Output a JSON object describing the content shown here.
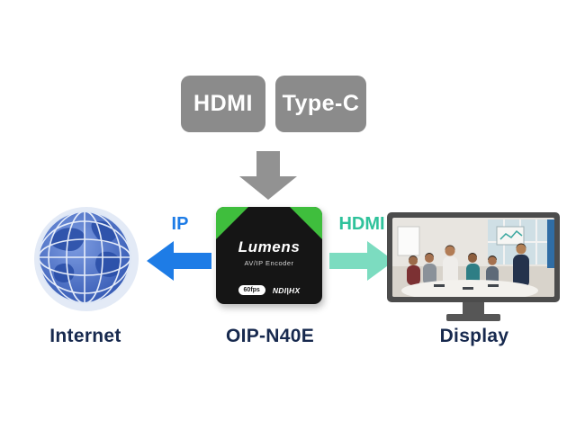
{
  "inputs": {
    "hdmi": "HDMI",
    "typec": "Type-C"
  },
  "internet": {
    "arrow_label": "IP",
    "caption": "Internet"
  },
  "device": {
    "brand": "Lumens",
    "subtitle": "AV/IP Encoder",
    "badge_left": "60fps",
    "badge_right": "NDI|HX",
    "caption": "OIP-N40E"
  },
  "display": {
    "arrow_label": "HDMI",
    "caption": "Display"
  },
  "colors": {
    "input_gray": "#8b8b8b",
    "arrow_gray": "#929292",
    "ip_blue": "#1e7ce6",
    "hdmi_teal": "#7cdcc0",
    "hdmi_teal_text": "#2fc29b",
    "caption_navy": "#17294e",
    "device_green": "#3fbe3d",
    "device_black": "#151515"
  }
}
